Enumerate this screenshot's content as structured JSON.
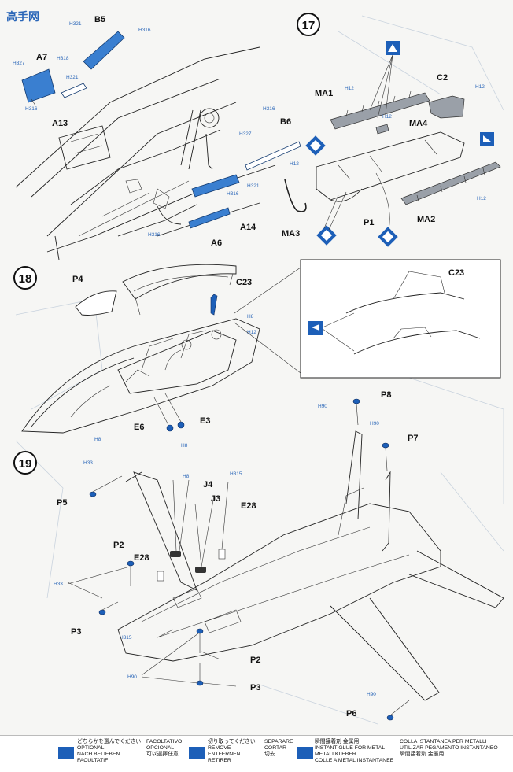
{
  "steps": {
    "s17": "17",
    "s18": "18",
    "s19": "19"
  },
  "watermark": "高手网",
  "parts": {
    "A7": "A7",
    "A13": "A13",
    "B5": "B5",
    "B6": "B6",
    "A14": "A14",
    "A6": "A6",
    "MA1": "MA1",
    "MA2": "MA2",
    "MA3": "MA3",
    "MA4": "MA4",
    "C2": "C2",
    "P1": "P1",
    "P4": "P4",
    "C23": "C23",
    "C23_inset": "C23",
    "E6": "E6",
    "E3": "E3",
    "P8": "P8",
    "P7": "P7",
    "P5": "P5",
    "J4": "J4",
    "J3": "J3",
    "E28": "E28",
    "E28b": "E28",
    "P2": "P2",
    "P2b": "P2",
    "P3": "P3",
    "P3b": "P3",
    "P6": "P6"
  },
  "colors": {
    "H327": "H327",
    "H318": "H318",
    "H321": "H321",
    "H316": "H316",
    "H12": "H12",
    "H8": "H8",
    "H90": "H90",
    "H33": "H33",
    "H315": "H315"
  },
  "colors_hex": {
    "part_blue": "#3a7fd0",
    "callout_blue": "#2a66b8",
    "legend_blue": "#1d5fb8"
  },
  "legend": {
    "optional": [
      "どちらかを選んでください",
      "OPTIONAL",
      "NACH BELIEBEN",
      "FACULTATIF"
    ],
    "optional2": [
      "FACOLTATIVO",
      "OPCIONAL",
      "可以選擇任意"
    ],
    "remove": [
      "切り取ってください",
      "REMOVE",
      "ENTFERNEN",
      "RETIRER"
    ],
    "remove2": [
      "SEPARARE",
      "CORTAR",
      "切去"
    ],
    "glue": [
      "瞬間接着剤 金属用",
      "INSTANT GLUE FOR METAL",
      "METALLKLEBER",
      "COLLE A METAL INSTANTANEE"
    ],
    "glue2": [
      "COLLA ISTANTANEA PER METALLI",
      "UTILIZAR PEGAMENTO INSTANTANEO",
      "瞬間接着劑 金屬用"
    ]
  }
}
